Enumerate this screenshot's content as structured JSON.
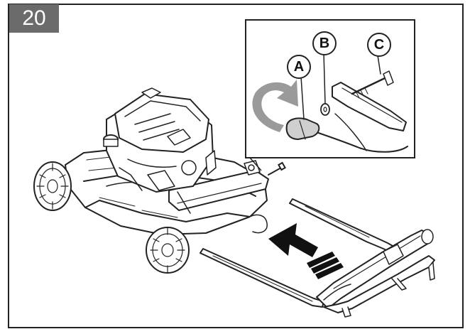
{
  "figure": {
    "step_number": "20",
    "callouts": {
      "a": "A",
      "b": "B",
      "c": "C"
    },
    "parts": {
      "a": "knob",
      "b": "washer",
      "c": "bolt"
    },
    "colors": {
      "frame": "#222222",
      "badge": "#6b6b6b",
      "rotation_arrow": "#888888",
      "push_arrow": "#111111"
    }
  }
}
